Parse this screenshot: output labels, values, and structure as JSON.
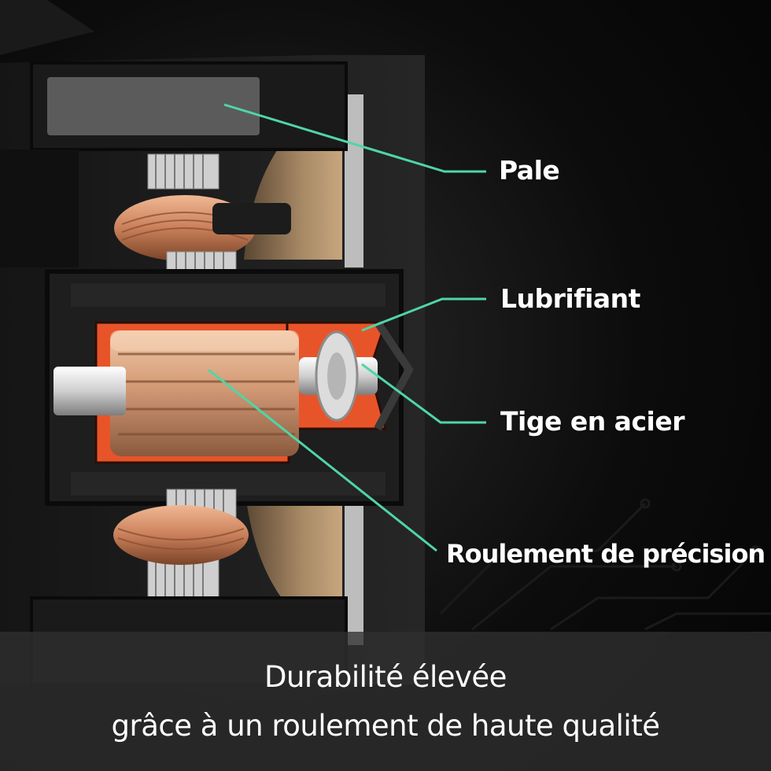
{
  "labels": {
    "blade": "Pale",
    "lubricant": "Lubrifiant",
    "steel_shaft": "Tige en acier",
    "bearing": "Roulement de précision"
  },
  "caption": {
    "line1": "Durabilité élevée",
    "line2": "grâce à un roulement de haute qualité"
  },
  "colors": {
    "leader_line": "#4fd6a6",
    "lubricant": "#e8542a",
    "copper": "#c98a63",
    "housing": "#202020"
  }
}
